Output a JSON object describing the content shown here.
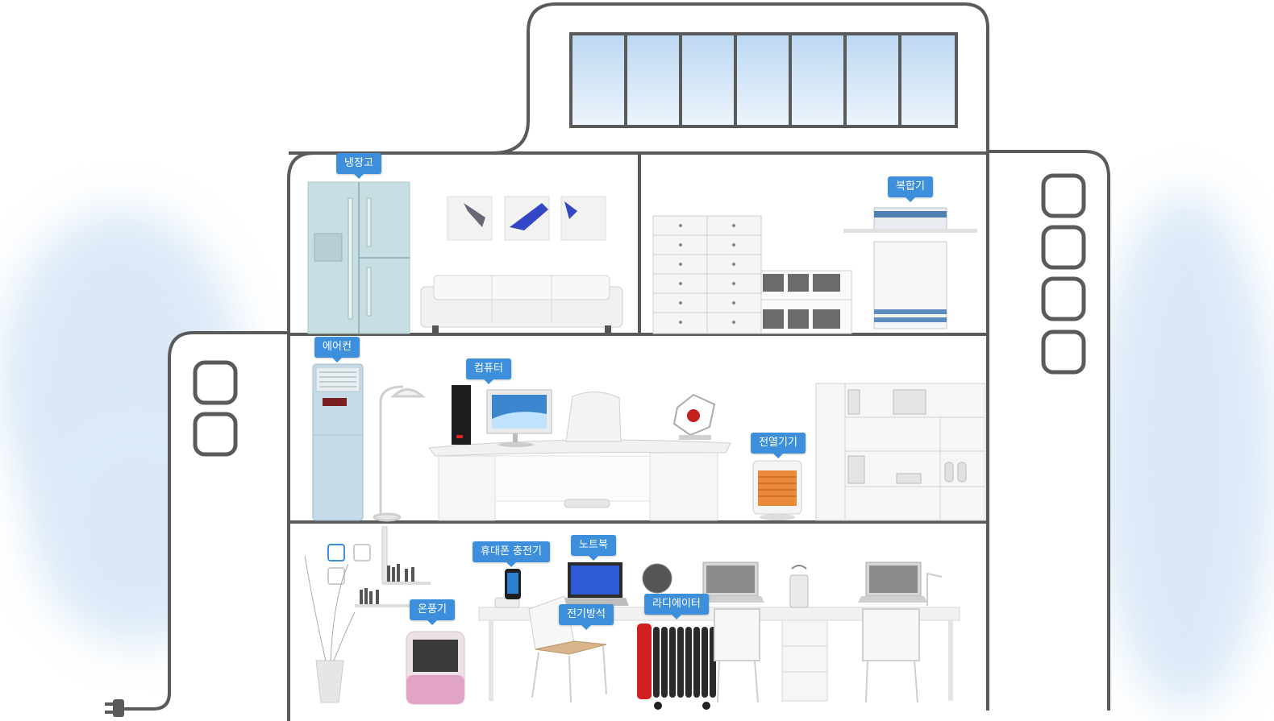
{
  "colors": {
    "outline": "#5a5a5a",
    "label_bg": "#3d8fdc",
    "label_text": "#ffffff",
    "sky": "#dbe9f7"
  },
  "appliances": {
    "refrigerator": "냉장고",
    "multifunction_printer": "복합기",
    "air_conditioner": "에어컨",
    "computer": "컴퓨터",
    "electric_heater": "전열기기",
    "phone_charger": "휴대폰 충전기",
    "laptop": "노트북",
    "fan_heater": "온풍기",
    "electric_mat": "전기방석",
    "radiator": "라디에이터"
  },
  "icons": {
    "plug": "plug-icon"
  }
}
